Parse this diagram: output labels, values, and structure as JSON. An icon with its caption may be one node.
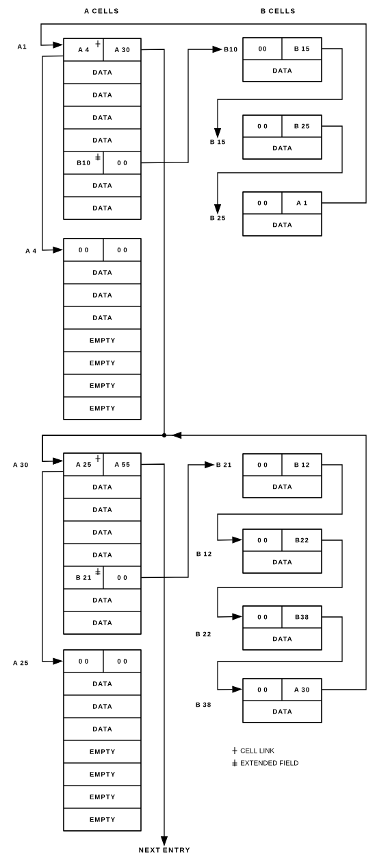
{
  "diagram": {
    "nodes": [
      {
        "text": [],
        "shape": "box"
      },
      {
        "text": [
          "A 4"
        ],
        "in": 0
      },
      {
        "text": [
          "A 30"
        ],
        "in": 0
      },
      {
        "text": [
          "DATA"
        ],
        "in": 0
      },
      {
        "text": [
          "DATA"
        ],
        "in": 0
      },
      {
        "text": [
          "DATA"
        ],
        "in": 0
      },
      {
        "text": [
          "DATA"
        ],
        "in": 0
      },
      {
        "text": [
          "B10"
        ],
        "in": 0
      },
      {
        "text": [
          "0 0"
        ],
        "in": 0
      },
      {
        "text": [
          "DATA"
        ],
        "in": 0
      },
      {
        "text": [
          "DATA"
        ],
        "in": 0
      },
      {
        "text": [
          "B10"
        ]
      },
      {
        "text": [],
        "shape": "box"
      },
      {
        "text": [
          "00"
        ],
        "in": 12
      },
      {
        "text": [
          "B 15"
        ],
        "in": 12
      },
      {
        "text": [
          "DATA"
        ],
        "in": 12
      },
      {
        "text": [
          "B 15"
        ]
      },
      {
        "text": [],
        "shape": "box"
      },
      {
        "text": [
          "0 0"
        ],
        "in": 17
      },
      {
        "text": [
          "B 25"
        ],
        "in": 17
      },
      {
        "text": [
          "DATA"
        ],
        "in": 17
      },
      {
        "text": [
          "B 25"
        ]
      },
      {
        "text": [],
        "shape": "box"
      },
      {
        "text": [
          "0 0"
        ],
        "in": 22
      },
      {
        "text": [
          "A 1"
        ],
        "in": 22
      },
      {
        "text": [
          "DATA"
        ],
        "in": 22
      },
      {
        "text": [],
        "shape": "box"
      },
      {
        "text": [
          "0 0"
        ],
        "in": 26
      },
      {
        "text": [
          "0 0"
        ],
        "in": 26
      },
      {
        "text": [
          "DATA"
        ],
        "in": 26
      },
      {
        "text": [
          "DATA"
        ],
        "in": 26
      },
      {
        "text": [
          "DATA"
        ],
        "in": 26
      },
      {
        "text": [
          "EMPTY"
        ],
        "in": 26
      },
      {
        "text": [
          "EMPTY"
        ],
        "in": 26
      },
      {
        "text": [
          "EMPTY"
        ],
        "in": 26
      },
      {
        "text": [
          "EMPTY"
        ],
        "in": 26
      },
      {
        "text": [],
        "shape": "box"
      },
      {
        "text": [
          "A 25"
        ],
        "in": 36
      },
      {
        "text": [
          "A 55"
        ],
        "in": 36
      },
      {
        "text": [
          "DATA"
        ],
        "in": 36
      },
      {
        "text": [
          "DATA"
        ],
        "in": 36
      },
      {
        "text": [
          "DATA"
        ],
        "in": 36
      },
      {
        "text": [
          "DATA"
        ],
        "in": 36
      },
      {
        "text": [
          "B 21"
        ],
        "in": 36
      },
      {
        "text": [
          "0 0"
        ],
        "in": 36
      },
      {
        "text": [
          "DATA"
        ],
        "in": 36
      },
      {
        "text": [
          "DATA"
        ],
        "in": 36
      },
      {
        "text": [
          "B 21"
        ]
      },
      {
        "text": [],
        "shape": "box"
      },
      {
        "text": [
          "0 0"
        ],
        "in": 48
      },
      {
        "text": [
          "B 12"
        ],
        "in": 48
      },
      {
        "text": [
          "DATA"
        ],
        "in": 48
      },
      {
        "text": [],
        "shape": "box"
      },
      {
        "text": [
          "0 0"
        ],
        "in": 52
      },
      {
        "text": [
          "B22"
        ],
        "in": 52
      },
      {
        "text": [
          "DATA"
        ],
        "in": 52
      },
      {
        "text": [],
        "shape": "box"
      },
      {
        "text": [
          "0 0"
        ],
        "in": 56
      },
      {
        "text": [
          "B38"
        ],
        "in": 56
      },
      {
        "text": [
          "DATA"
        ],
        "in": 56
      },
      {
        "text": [],
        "shape": "box"
      },
      {
        "text": [
          "0 0"
        ],
        "in": 60
      },
      {
        "text": [
          "A 30"
        ],
        "in": 60
      },
      {
        "text": [
          "DATA"
        ],
        "in": 60
      },
      {
        "text": [],
        "shape": "box"
      },
      {
        "text": [
          "0 0"
        ],
        "in": 64
      },
      {
        "text": [
          "0 0"
        ],
        "in": 64
      },
      {
        "text": [
          "DATA"
        ],
        "in": 64
      },
      {
        "text": [
          "DATA"
        ],
        "in": 64
      },
      {
        "text": [
          "DATA"
        ],
        "in": 64
      },
      {
        "text": [
          "EMPTY"
        ],
        "in": 64
      },
      {
        "text": [
          "EMPTY"
        ],
        "in": 64
      },
      {
        "text": [
          "EMPTY"
        ],
        "in": 64
      },
      {
        "text": [
          "EMPTY"
        ],
        "in": 64
      },
      {
        "text": [
          "NEXT ENTRY"
        ]
      }
    ],
    "edges": [
      {
        "from": 1,
        "to": 26,
        "arrow": "to"
      },
      {
        "from": 2,
        "to": 36,
        "arrow": "to"
      },
      {
        "from": 24,
        "to": 0,
        "arrow": "to"
      },
      {
        "from": 8,
        "to": 11,
        "arrow": "to"
      },
      {
        "from": 14,
        "to": 16,
        "arrow": "to"
      },
      {
        "from": 19,
        "to": 21,
        "arrow": "to"
      },
      {
        "from": 37,
        "to": 64,
        "arrow": "to"
      },
      {
        "from": 38,
        "to": 74,
        "arrow": "to"
      },
      {
        "from": 44,
        "to": 47,
        "arrow": "to"
      },
      {
        "from": 50,
        "to": 52,
        "arrow": "to"
      },
      {
        "from": 54,
        "to": 56,
        "arrow": "to"
      },
      {
        "from": 58,
        "to": 60,
        "arrow": "to"
      },
      {
        "from": 62,
        "to": 36,
        "arrow": "to"
      }
    ],
    "labels": [
      "A CELLS",
      "B CELLS",
      "A1",
      "A 4",
      "A 30",
      "B 12",
      "B 22",
      "A 25",
      "B 38"
    ],
    "legend": [
      {
        "text": "CELL LINK"
      },
      {
        "text": "EXTENDED FIELD"
      }
    ]
  }
}
